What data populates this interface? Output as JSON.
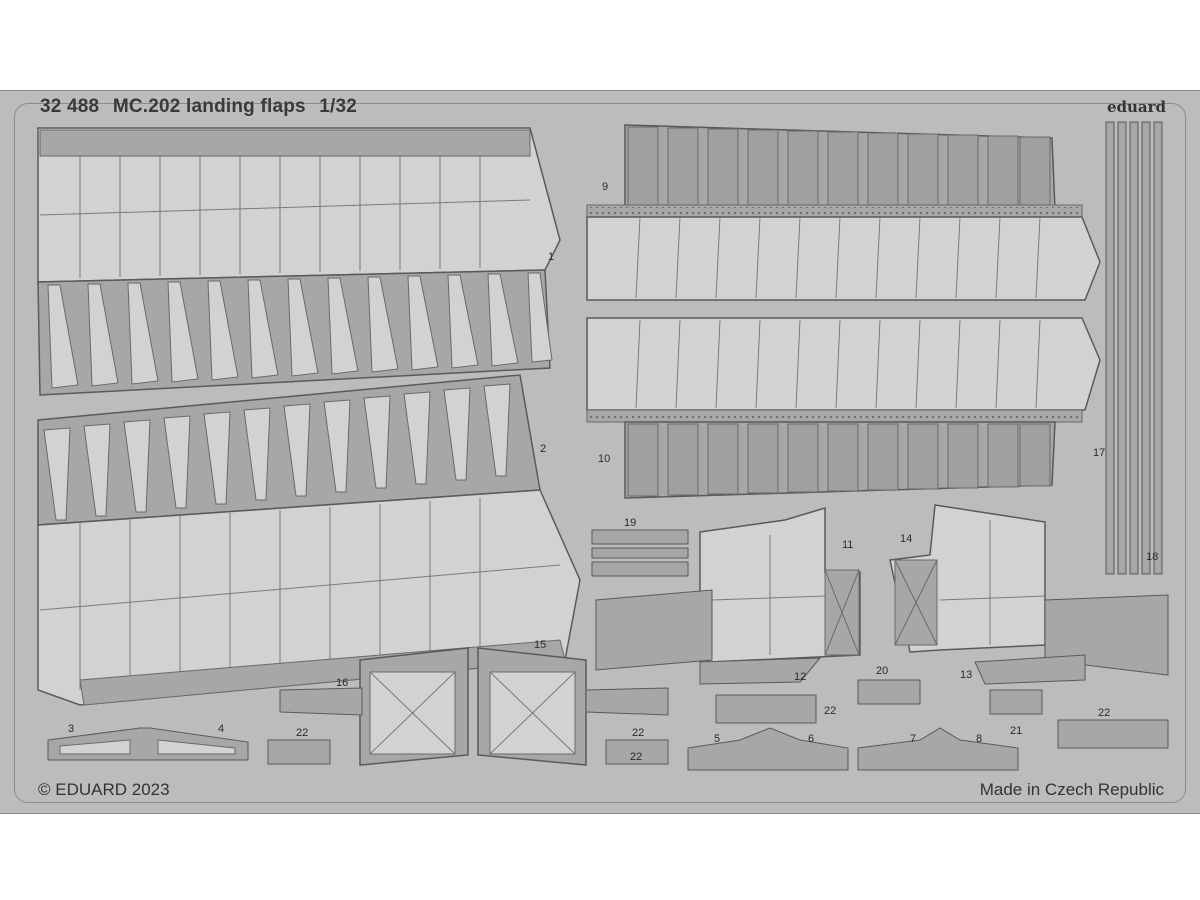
{
  "sheet": {
    "code": "32 488",
    "name": "MC.202 landing flaps",
    "scale": "1/32",
    "brand": "eduard",
    "copyright": "© EDUARD 2023",
    "origin": "Made in Czech Republic"
  },
  "part_numbers": [
    "1",
    "2",
    "3",
    "4",
    "5",
    "6",
    "7",
    "8",
    "9",
    "10",
    "11",
    "12",
    "13",
    "14",
    "15",
    "16",
    "17",
    "18",
    "19",
    "20",
    "21",
    "22",
    "22",
    "22",
    "22",
    "22"
  ],
  "colors": {
    "fret": "#bcbcbc",
    "part_fill": "#a7a7a7",
    "part_light": "#d2d2d2",
    "part_edge": "#5a5a5a",
    "hole": "#8f8f8f"
  }
}
